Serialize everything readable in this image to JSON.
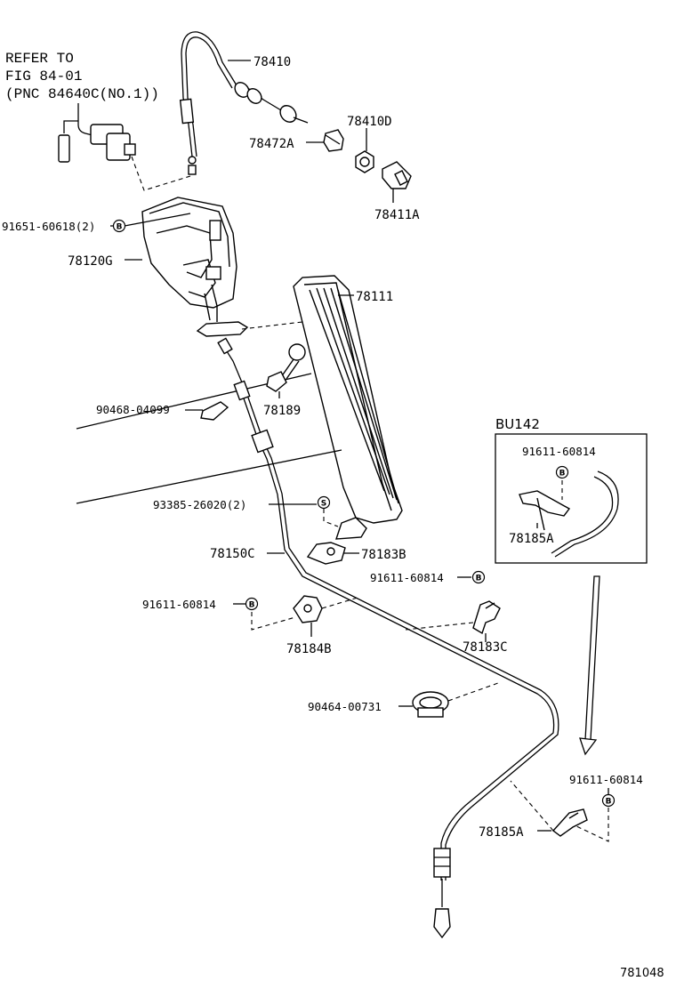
{
  "refer_note": {
    "line1": "REFER TO",
    "line2": "FIG 84-01",
    "line3": "(PNC 84640C(NO.1))"
  },
  "parts": {
    "p78410": "78410",
    "p78410D": "78410D",
    "p78472A": "78472A",
    "p78411A": "78411A",
    "p91651": "91651-60618(2)",
    "p78120G": "78120G",
    "p78111": "78111",
    "p90468": "90468-04099",
    "p78189": "78189",
    "p93385": "93385-26020(2)",
    "p78150C": "78150C",
    "p78183B": "78183B",
    "p91611_a": "91611-60814",
    "p91611_b": "91611-60814",
    "p78184B": "78184B",
    "p78183C": "78183C",
    "p90464": "90464-00731",
    "p91611_c": "91611-60814",
    "p78185A": "78185A"
  },
  "badges": {
    "b": "B",
    "s": "S"
  },
  "inset": {
    "title": "BU142",
    "bolt": "91611-60814",
    "bracket": "78185A"
  },
  "figure_number": "781048"
}
